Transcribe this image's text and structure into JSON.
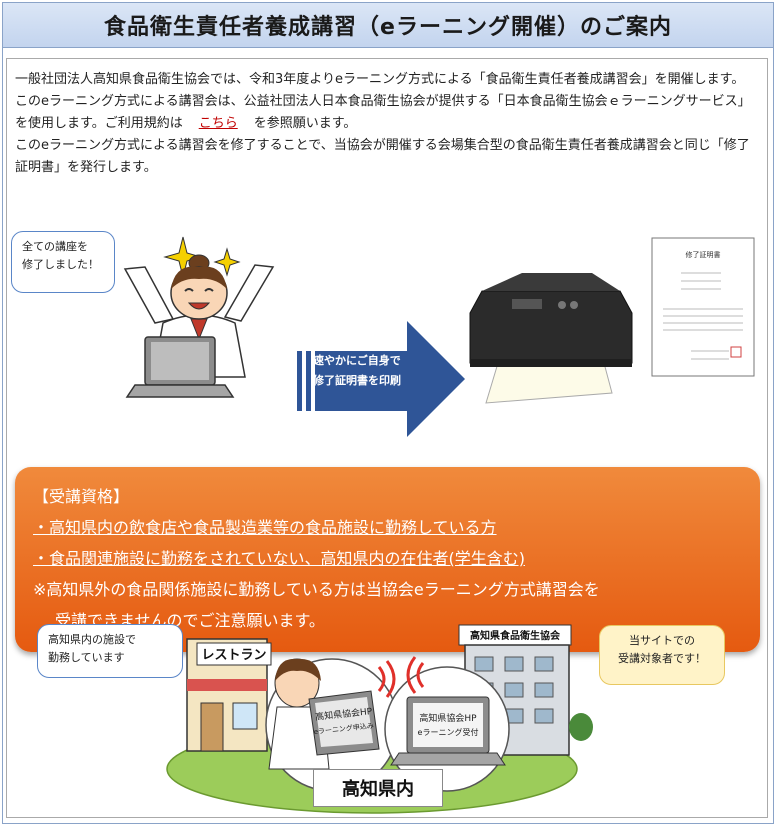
{
  "header": {
    "title": "食品衛生責任者養成講習（eラーニング開催）のご案内"
  },
  "intro": {
    "p1": "一般社団法人高知県食品衛生協会では、令和3年度よりeラーニング方式による「食品衛生責任者養成講習会」を開催します。",
    "p2a": "このeラーニング方式による講習会は、公益社団法人日本食品衛生協会が提供する「日本食品衛生協会ｅラーニングサービス」を使用します。ご利用規約は",
    "p2_link": "こちら",
    "p2b": "を参照願います。",
    "p3": "このeラーニング方式による講習会を修了することで、当協会が開催する会場集合型の食品衛生責任者養成講習会と同じ「修了証明書」を発行します。"
  },
  "completion": {
    "bubble_line1": "全ての講座を",
    "bubble_line2": "修了しました！",
    "arrow_line1": "速やかにご自身で",
    "arrow_line2": "修了証明書を印刷",
    "certificate_title": "修了証明書"
  },
  "eligibility": {
    "heading": "【受講資格】",
    "item1": "・高知県内の飲食店や食品製造業等の食品施設に勤務している方",
    "item2": "・食品関連施設に勤務をされていない、高知県内の在住者(学生含む)",
    "note1": "※高知県外の食品関係施設に勤務している方は当協会eラーニング方式講習会を",
    "note2": "受講できませんのでご注意願います。"
  },
  "scene": {
    "bubble_left_1": "高知県内の施設で",
    "bubble_left_2": "勤務しています",
    "bubble_right_1": "当サイトでの",
    "bubble_right_2": "受講対象者です！",
    "restaurant_sign": "レストラン",
    "building_sign": "高知県食品衛生協会",
    "laptop_left_1": "高知県協会HP",
    "laptop_left_2": "eラーニング申込み",
    "laptop_right_1": "高知県協会HP",
    "laptop_right_2": "eラーニング受付",
    "area_label": "高知県内"
  }
}
